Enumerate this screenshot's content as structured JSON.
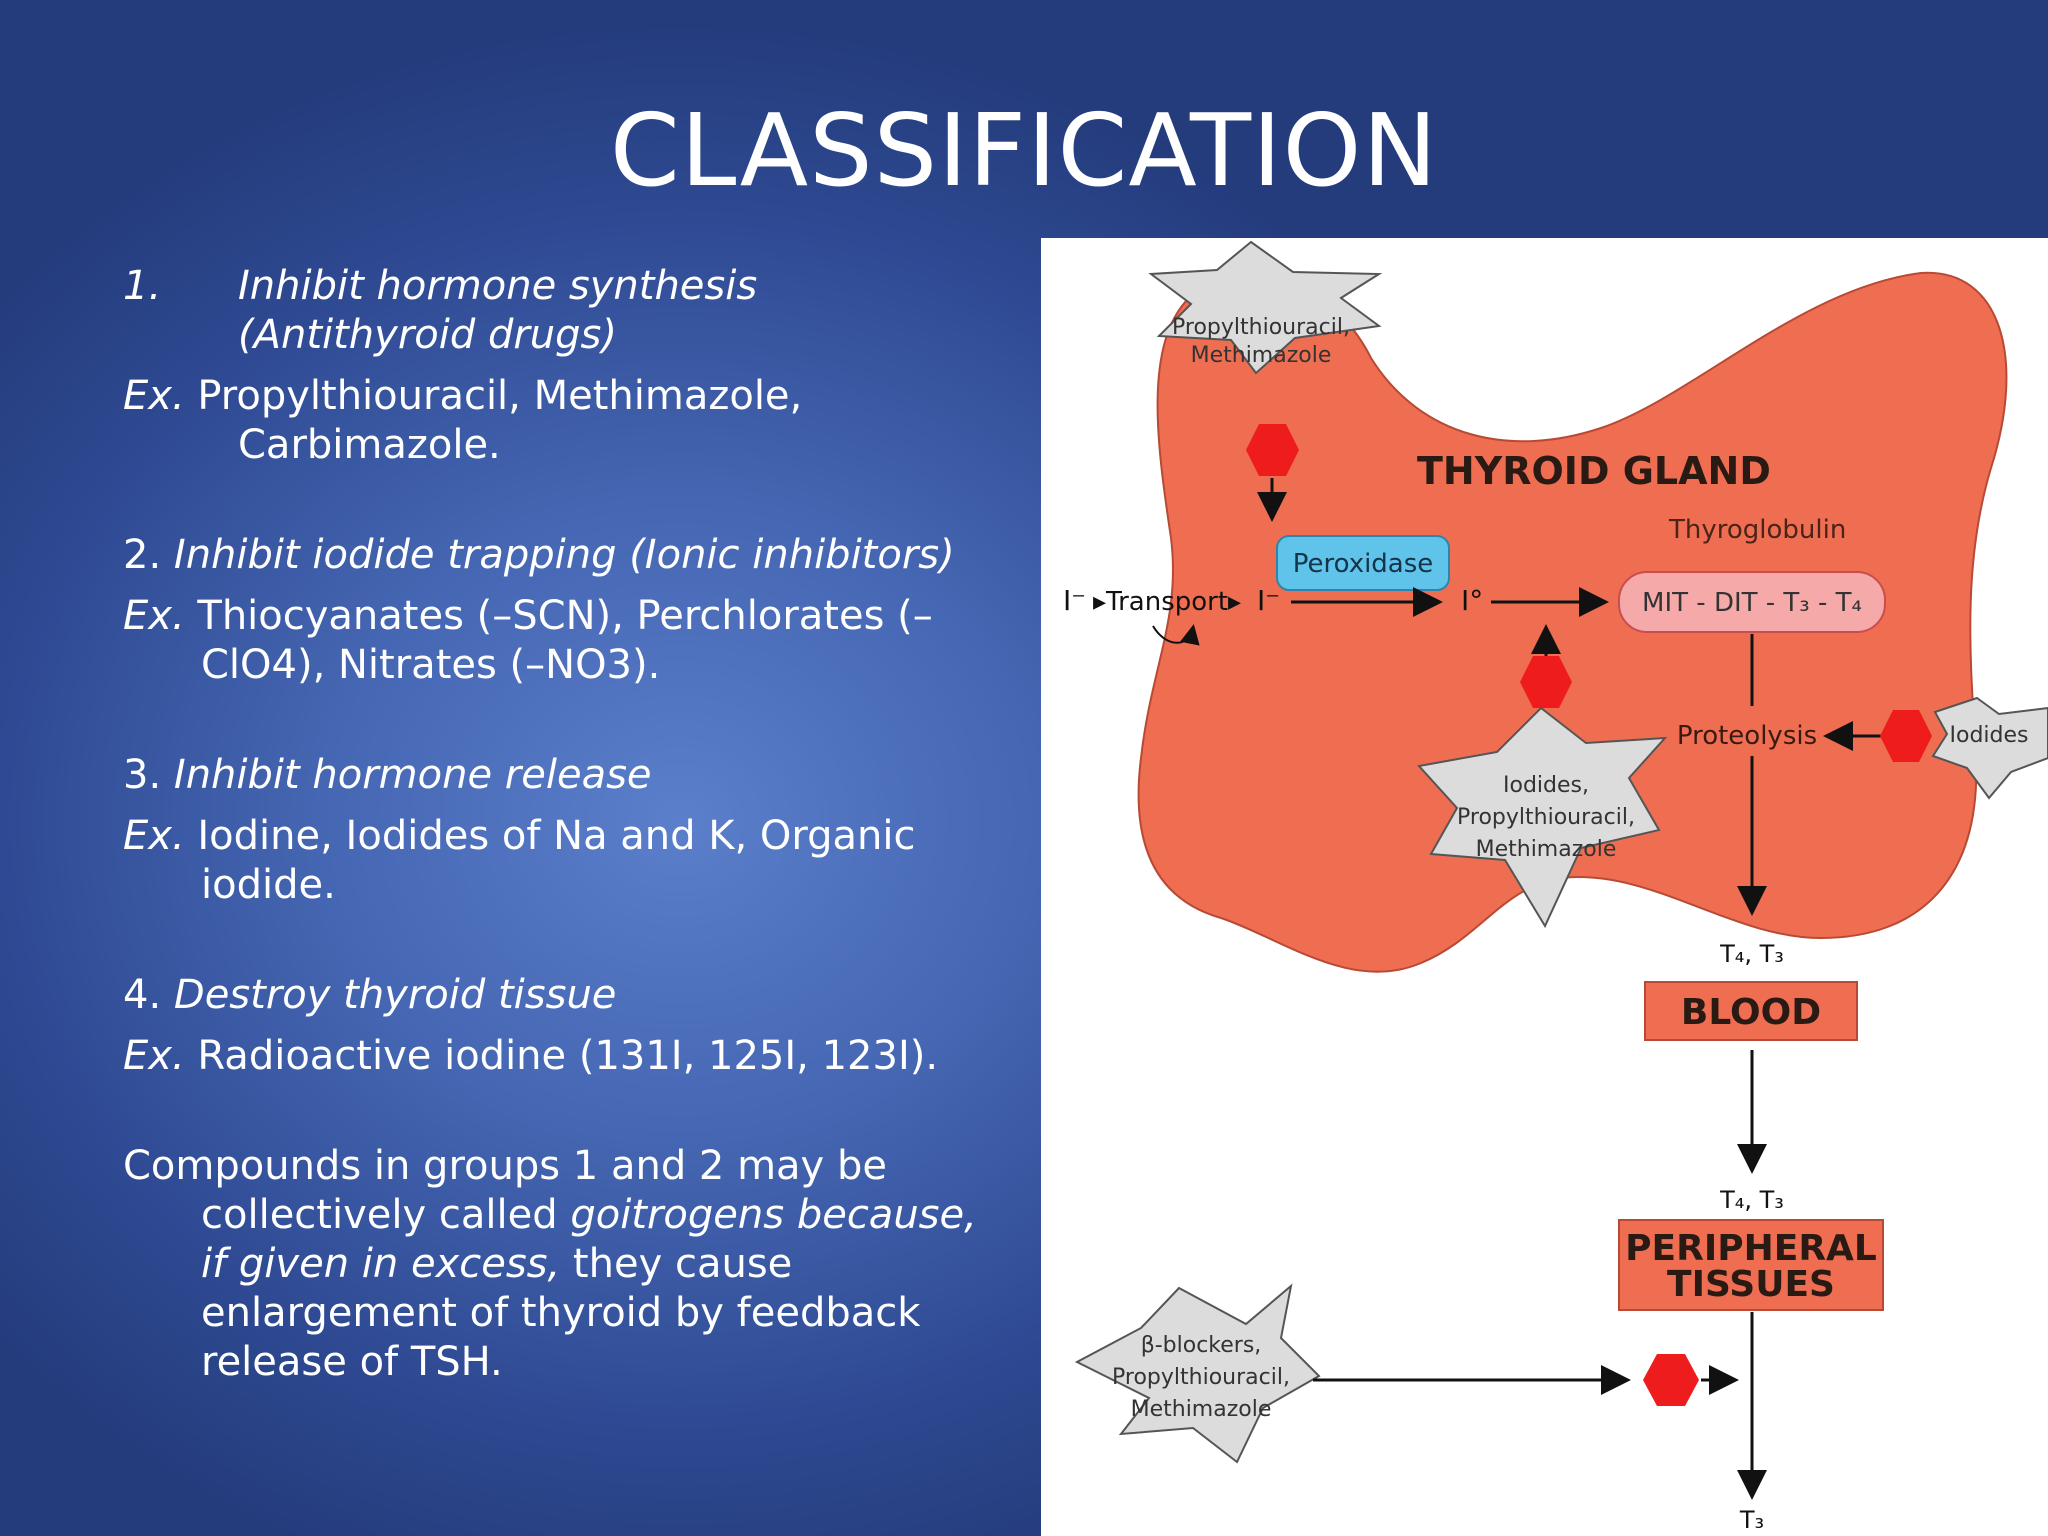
{
  "title": "CLASSIFICATION",
  "groups": [
    {
      "number": "1.",
      "heading_line1": "Inhibit hormone synthesis",
      "heading_line2": "(Antithyroid drugs)",
      "ex_label": "Ex.",
      "examples_line1": " Propylthiouracil, Methimazole,",
      "examples_line2": "Carbimazole."
    },
    {
      "number": "2.",
      "heading": "Inhibit iodide trapping (Ionic inhibitors)",
      "ex_label": "Ex.",
      "examples_line1": " Thiocyanates (–SCN), Perchlorates (–",
      "examples_line2": "ClO4), Nitrates (–NO3)."
    },
    {
      "number": "3.",
      "heading": "Inhibit hormone release",
      "ex_label": "Ex.",
      "examples_line1": " Iodine, Iodides of Na and K, Organic",
      "examples_line2": "iodide."
    },
    {
      "number": "4.",
      "heading": "Destroy thyroid tissue",
      "ex_label": "Ex.",
      "examples_line1": " Radioactive iodine (131I, 125I, 123I)."
    }
  ],
  "note": {
    "part1": "Compounds in groups 1 and 2 may be",
    "part2": "collectively called ",
    "part3_italic": "goitrogens because,",
    "part4_italic": "if given in excess,",
    "part5": " they cause",
    "part6": "enlargement of thyroid by feedback",
    "part7": "release of TSH."
  },
  "diagram": {
    "gland_label": "THYROID GLAND",
    "thyroglobulin": "Thyroglobulin",
    "peroxidase": "Peroxidase",
    "iodide_left": "I⁻",
    "transport": "▸Transport▸",
    "iodide_mid": "I⁻",
    "iodine": "I°",
    "mit_dit": "MIT - DIT - T₃ - T₄",
    "proteolysis": "Proteolysis",
    "star1_line1": "Propylthiouracil,",
    "star1_line2": "Methimazole",
    "star2_line1": "Iodides,",
    "star2_line2": "Propylthiouracil,",
    "star2_line3": "Methimazole",
    "star3": "Iodides",
    "star4_line1": "β-blockers,",
    "star4_line2": "Propylthiouracil,",
    "star4_line3": "Methimazole",
    "t4t3_a": "T₄, T₃",
    "blood": "BLOOD",
    "t4t3_b": "T₄, T₃",
    "peripheral_line1": "PERIPHERAL",
    "peripheral_line2": "TISSUES",
    "t3": "T₃",
    "colors": {
      "gland": "#ef6e52",
      "inhibitor": "#ee1c1c",
      "peroxidase": "#5fc3ea",
      "mit_box": "#f6a9a9",
      "blood_box": "#ef6e52",
      "star": "#dcdcdc"
    }
  }
}
